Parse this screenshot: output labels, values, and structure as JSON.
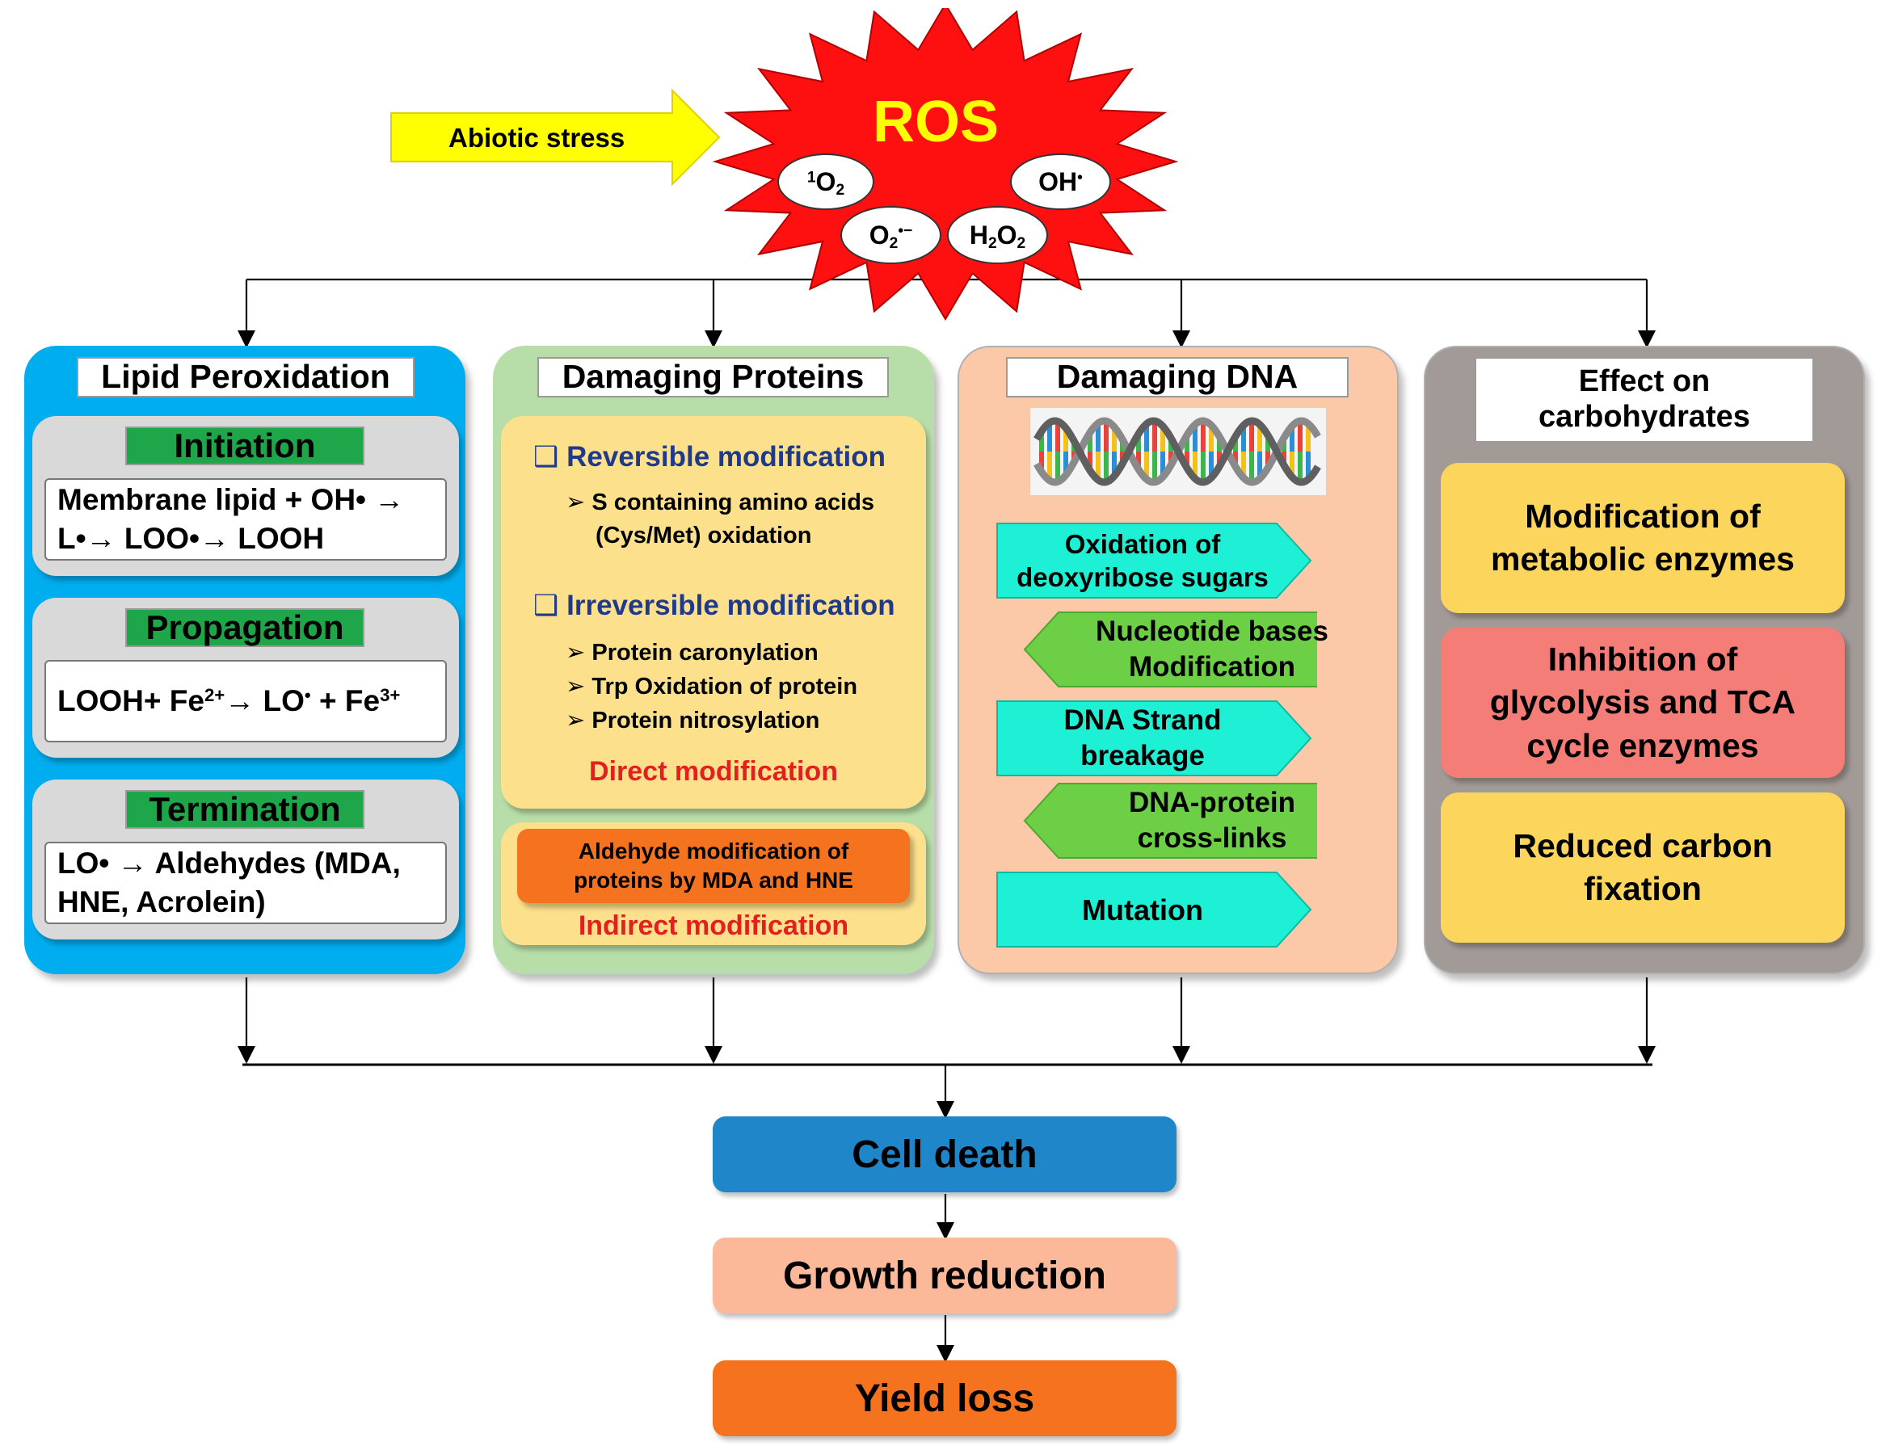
{
  "stress_label": "Abiotic stress",
  "ros": {
    "title": "ROS",
    "species": [
      {
        "main": "O",
        "sup": "1",
        "sub": "2",
        "post": ""
      },
      {
        "main": "OH",
        "sup": "•",
        "sub": "",
        "post": ""
      },
      {
        "main": "O",
        "sup": "•−",
        "sub": "2",
        "post": ""
      },
      {
        "main": "H",
        "sup": "",
        "sub": "2",
        "post": "O"
      }
    ],
    "h2o2_sub2": "2"
  },
  "lipid": {
    "title": "Lipid Peroxidation",
    "stages": [
      {
        "name": "Initiation",
        "eq_line1": "Membrane lipid + OH• →",
        "eq_line2": "L•→ LOO•→ LOOH"
      },
      {
        "name": "Propagation",
        "eq_a": "LOOH+ Fe",
        "eq_a_sup": "2+",
        "eq_b": "→ LO",
        "eq_b_sup": "•",
        "eq_c": " + Fe",
        "eq_c_sup": "3+"
      },
      {
        "name": "Termination",
        "eq_line1": "LO• → Aldehydes (MDA,",
        "eq_line2": "HNE, Acrolein)"
      }
    ]
  },
  "proteins": {
    "title": "Damaging Proteins",
    "reversible_heading": "Reversible modification",
    "reversible_items": [
      "S containing amino acids",
      "(Cys/Met) oxidation"
    ],
    "irreversible_heading": "Irreversible modification",
    "irreversible_items": [
      "Protein caronylation",
      "Trp Oxidation of protein",
      "Protein nitrosylation"
    ],
    "direct_label": "Direct modification",
    "aldehyde_line1": "Aldehyde modification of",
    "aldehyde_line2": "proteins by MDA and HNE",
    "indirect_label": "Indirect modification",
    "bullet_glyph": "❑",
    "item_glyph": "➢"
  },
  "dna": {
    "title": "Damaging DNA",
    "steps": [
      {
        "line1": "Oxidation of",
        "line2": "deoxyribose sugars",
        "dir": "right"
      },
      {
        "line1": "Nucleotide bases",
        "line2": "Modification",
        "dir": "left"
      },
      {
        "line1": "DNA Strand",
        "line2": "breakage",
        "dir": "right"
      },
      {
        "line1": "DNA-protein",
        "line2": "cross-links",
        "dir": "left"
      },
      {
        "line1": "Mutation",
        "line2": "",
        "dir": "right"
      }
    ]
  },
  "carbs": {
    "title_line1": "Effect on",
    "title_line2": "carbohydrates",
    "cards": [
      {
        "line1": "Modification of",
        "line2": "metabolic enzymes",
        "line3": "",
        "color": "#fbd55c"
      },
      {
        "line1": "Inhibition of",
        "line2": "glycolysis and TCA",
        "line3": "cycle enzymes",
        "color": "#f57d78"
      },
      {
        "line1": "Reduced carbon",
        "line2": "fixation",
        "line3": "",
        "color": "#fbd55c"
      }
    ]
  },
  "outcomes": [
    {
      "label": "Cell death",
      "color": "#1f86c9"
    },
    {
      "label": "Growth reduction",
      "color": "#fbb99a"
    },
    {
      "label": "Yield loss",
      "color": "#f5731e"
    }
  ]
}
